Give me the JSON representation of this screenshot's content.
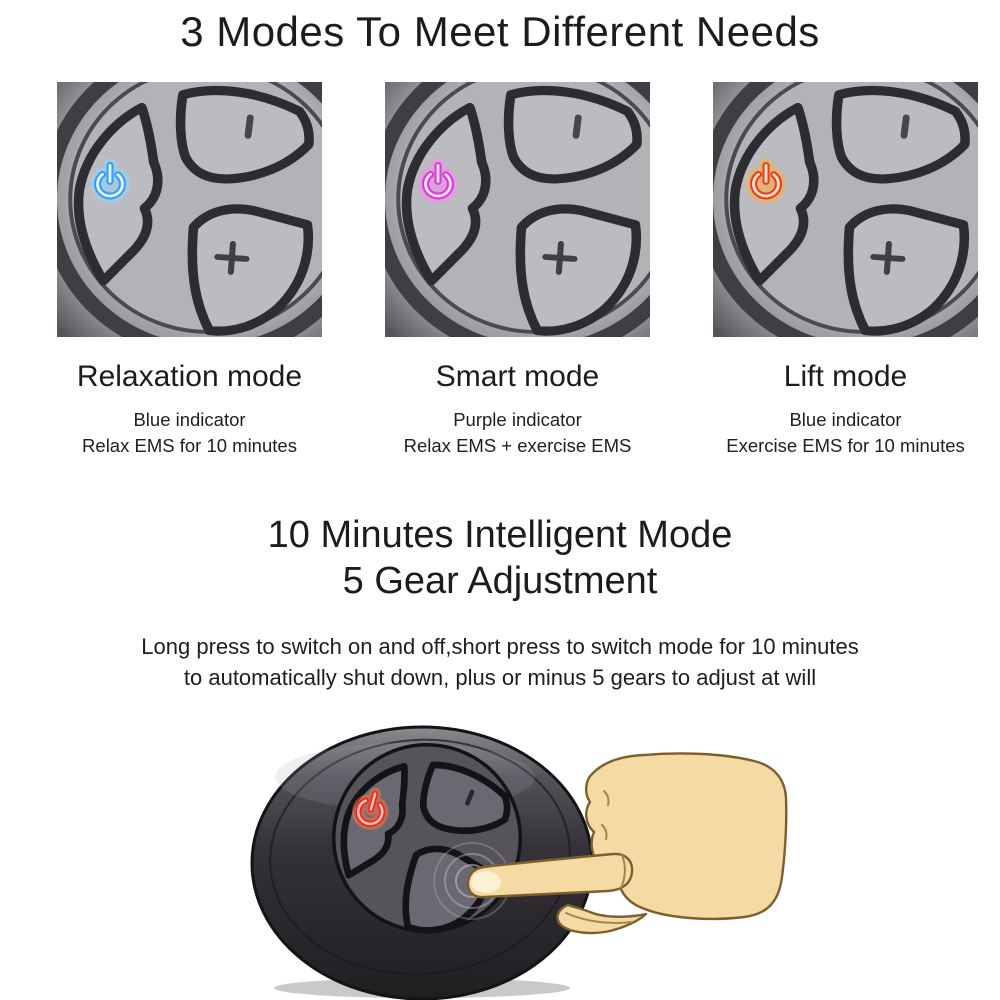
{
  "title": "3 Modes To Meet Different Needs",
  "modes": [
    {
      "name": "Relaxation mode",
      "indicator": "Blue indicator",
      "description": "Relax EMS for 10 minutes",
      "led_hex": "#2f9df2",
      "glow_hex": "#8fd8ff"
    },
    {
      "name": "Smart mode",
      "indicator": "Purple indicator",
      "description": "Relax EMS + exercise EMS",
      "led_hex": "#dc33dd",
      "glow_hex": "#ff86f0"
    },
    {
      "name": "Lift mode",
      "indicator": "Blue indicator",
      "description": "Exercise EMS for 10 minutes",
      "led_hex": "#f1350e",
      "glow_hex": "#ffaf36"
    }
  ],
  "intelligent_mode": {
    "heading_line1": "10 Minutes Intelligent Mode",
    "heading_line2": "5 Gear Adjustment",
    "body_line1": "Long press to switch on and off,short press to switch mode for 10 minutes",
    "body_line2": "to automatically shut down, plus or minus 5 gears to adjust at will"
  },
  "bottom": {
    "led_hex": "#ff2013",
    "glow_hex": "#ff7a45"
  },
  "device_marks": {
    "power": "power-symbol",
    "minus_slot": "I",
    "plus": "+"
  }
}
